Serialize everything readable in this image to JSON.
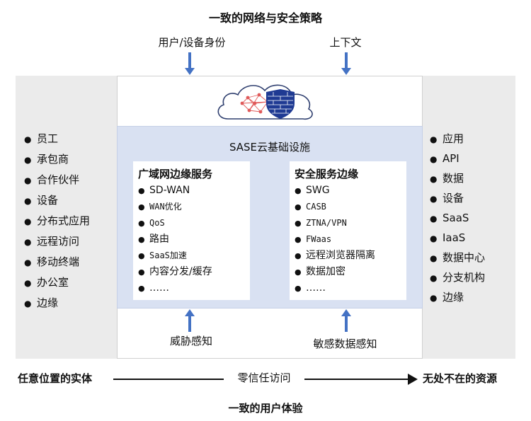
{
  "title_top": "一致的网络与安全策略",
  "title_bottom": "一致的用户体验",
  "inputs_top": {
    "identity": "用户/设备身份",
    "context": "上下文"
  },
  "inputs_bottom": {
    "threat": "威胁感知",
    "sensitive": "敏感数据感知"
  },
  "infra_title": "SASE云基础设施",
  "entities": [
    "员工",
    "承包商",
    "合作伙伴",
    "设备",
    "分布式应用",
    "远程访问",
    "移动终端",
    "办公室",
    "边缘"
  ],
  "resources": [
    "应用",
    "API",
    "数据",
    "设备",
    "SaaS",
    "IaaS",
    "数据中心",
    "分支机构",
    "边缘"
  ],
  "wan_services": {
    "title": "广域网边缘服务",
    "items": [
      "SD-WAN",
      "WAN优化",
      "QoS",
      "路由",
      "SaaS加速",
      "内容分发/缓存",
      "……"
    ]
  },
  "security_services": {
    "title": "安全服务边缘",
    "items": [
      "SWG",
      "CASB",
      "ZTNA/VPN",
      "FWaas",
      "远程浏览器隔离",
      "数据加密",
      "……"
    ]
  },
  "footer": {
    "entity_label": "任意位置的实体",
    "zero_trust_label": "零信任访问",
    "resource_label": "无处不在的资源"
  },
  "bullet_symbol": "●",
  "colors": {
    "accent_arrow": "#4472c4",
    "infra_bg": "#d9e1f2",
    "side_bg": "#ebebeb",
    "network_node": "#e05a5a",
    "shield": "#1f3a93"
  },
  "icons": {
    "cloud": "cloud-icon",
    "network": "network-mesh-icon",
    "shield": "shield-icon"
  }
}
